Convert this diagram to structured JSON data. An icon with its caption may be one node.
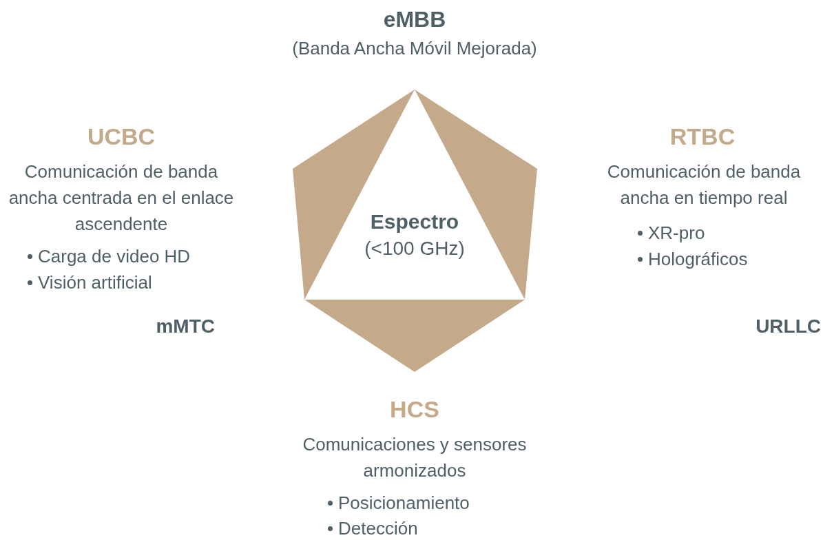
{
  "diagram": {
    "nodes": [
      {
        "text": [
          "Espectro",
          "(<100 GHz)"
        ]
      }
    ],
    "labels": [
      "eMBB",
      "(Banda Ancha Móvil Mejorada)",
      "UCBC",
      "Comunicación de banda ancha centrada en el enlace ascendente",
      "Carga de video HD",
      "Visión artificial",
      "RTBC",
      "Comunicación de banda ancha en tiempo real",
      "XR-pro",
      "Holográficos",
      "mMTC",
      "URLLC",
      "HCS",
      "Comunicaciones y sensores armonizados",
      "Posicionamiento",
      "Detección"
    ]
  }
}
